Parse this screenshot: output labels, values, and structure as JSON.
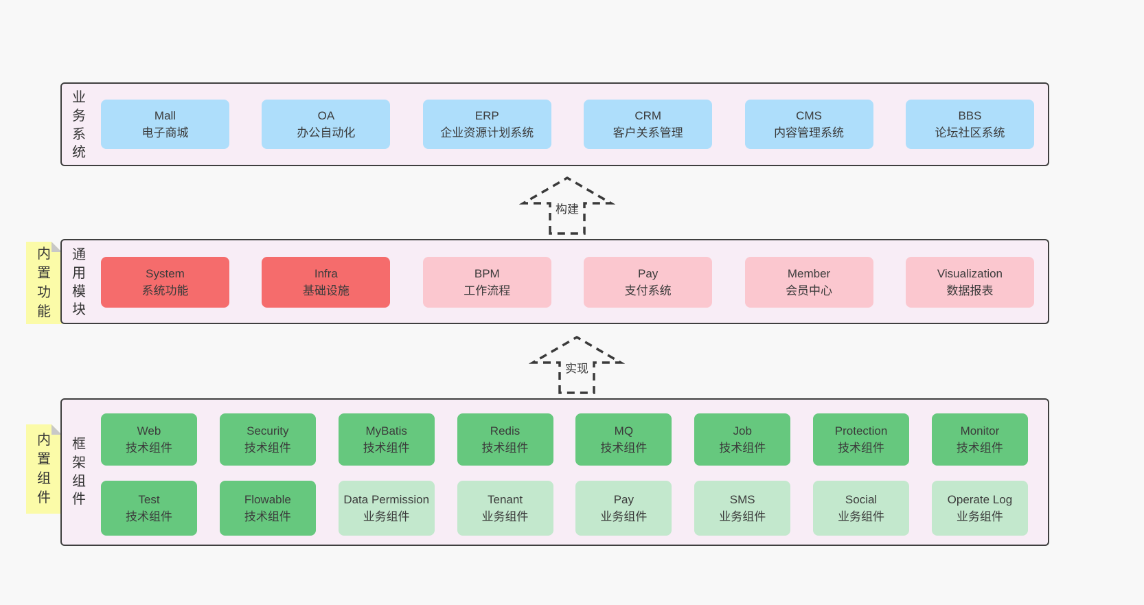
{
  "colors": {
    "page_bg": "#f8f8f8",
    "panel_bg": "#f8edf6",
    "panel_border": "#3f3f3f",
    "business_box_blue": "#aedefb",
    "core_box_red": "#f56c6c",
    "module_box_pink": "#fbc7cf",
    "tech_box_green_dark": "#66c87e",
    "biz_box_green_light": "#c3e8cd",
    "note_yellow": "#fbfba8",
    "note_fold_gray": "#c8c8c8",
    "text": "#3b3b3b"
  },
  "arrows": [
    {
      "label": "构建"
    },
    {
      "label": "实现"
    }
  ],
  "sections": [
    {
      "label": "业务系统",
      "items": [
        {
          "title": "Mall",
          "subtitle": "电子商城"
        },
        {
          "title": "OA",
          "subtitle": "办公自动化"
        },
        {
          "title": "ERP",
          "subtitle": "企业资源计划系统"
        },
        {
          "title": "CRM",
          "subtitle": "客户关系管理"
        },
        {
          "title": "CMS",
          "subtitle": "内容管理系统"
        },
        {
          "title": "BBS",
          "subtitle": "论坛社区系统"
        }
      ]
    },
    {
      "label": "通用模块",
      "note": "内置功能",
      "items": [
        {
          "title": "System",
          "subtitle": "系统功能"
        },
        {
          "title": "Infra",
          "subtitle": "基础设施"
        },
        {
          "title": "BPM",
          "subtitle": "工作流程"
        },
        {
          "title": "Pay",
          "subtitle": "支付系统"
        },
        {
          "title": "Member",
          "subtitle": "会员中心"
        },
        {
          "title": "Visualization",
          "subtitle": "数据报表"
        }
      ]
    },
    {
      "label": "框架组件",
      "note": "内置组件",
      "row1": [
        {
          "title": "Web",
          "subtitle": "技术组件"
        },
        {
          "title": "Security",
          "subtitle": "技术组件"
        },
        {
          "title": "MyBatis",
          "subtitle": "技术组件"
        },
        {
          "title": "Redis",
          "subtitle": "技术组件"
        },
        {
          "title": "MQ",
          "subtitle": "技术组件"
        },
        {
          "title": "Job",
          "subtitle": "技术组件"
        },
        {
          "title": "Protection",
          "subtitle": "技术组件"
        },
        {
          "title": "Monitor",
          "subtitle": "技术组件"
        }
      ],
      "row2": [
        {
          "title": "Test",
          "subtitle": "技术组件"
        },
        {
          "title": "Flowable",
          "subtitle": "技术组件"
        },
        {
          "title": "Data Permission",
          "subtitle": "业务组件"
        },
        {
          "title": "Tenant",
          "subtitle": "业务组件"
        },
        {
          "title": "Pay",
          "subtitle": "业务组件"
        },
        {
          "title": "SMS",
          "subtitle": "业务组件"
        },
        {
          "title": "Social",
          "subtitle": "业务组件"
        },
        {
          "title": "Operate Log",
          "subtitle": "业务组件"
        }
      ]
    }
  ]
}
